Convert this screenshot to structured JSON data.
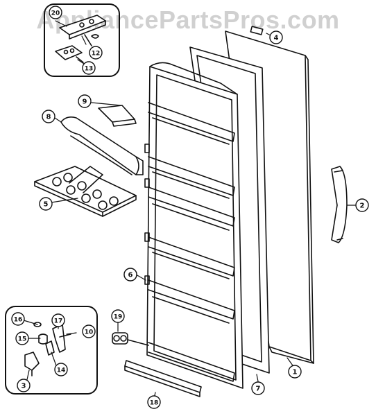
{
  "watermark": "AppliancePartsPros.com",
  "callouts": [
    {
      "id": "c1",
      "label": "1"
    },
    {
      "id": "c2",
      "label": "2"
    },
    {
      "id": "c3",
      "label": "3"
    },
    {
      "id": "c4",
      "label": "4"
    },
    {
      "id": "c5",
      "label": "5"
    },
    {
      "id": "c6a",
      "label": "6"
    },
    {
      "id": "c6b",
      "label": "6"
    },
    {
      "id": "c7",
      "label": "7"
    },
    {
      "id": "c8",
      "label": "8"
    },
    {
      "id": "c9",
      "label": "9"
    },
    {
      "id": "c10",
      "label": "10"
    },
    {
      "id": "c12",
      "label": "12"
    },
    {
      "id": "c13",
      "label": "13"
    },
    {
      "id": "c14",
      "label": "14"
    },
    {
      "id": "c15",
      "label": "15"
    },
    {
      "id": "c16",
      "label": "16"
    },
    {
      "id": "c17",
      "label": "17"
    },
    {
      "id": "c18",
      "label": "18"
    },
    {
      "id": "c19",
      "label": "19"
    },
    {
      "id": "c20",
      "label": "20"
    }
  ]
}
